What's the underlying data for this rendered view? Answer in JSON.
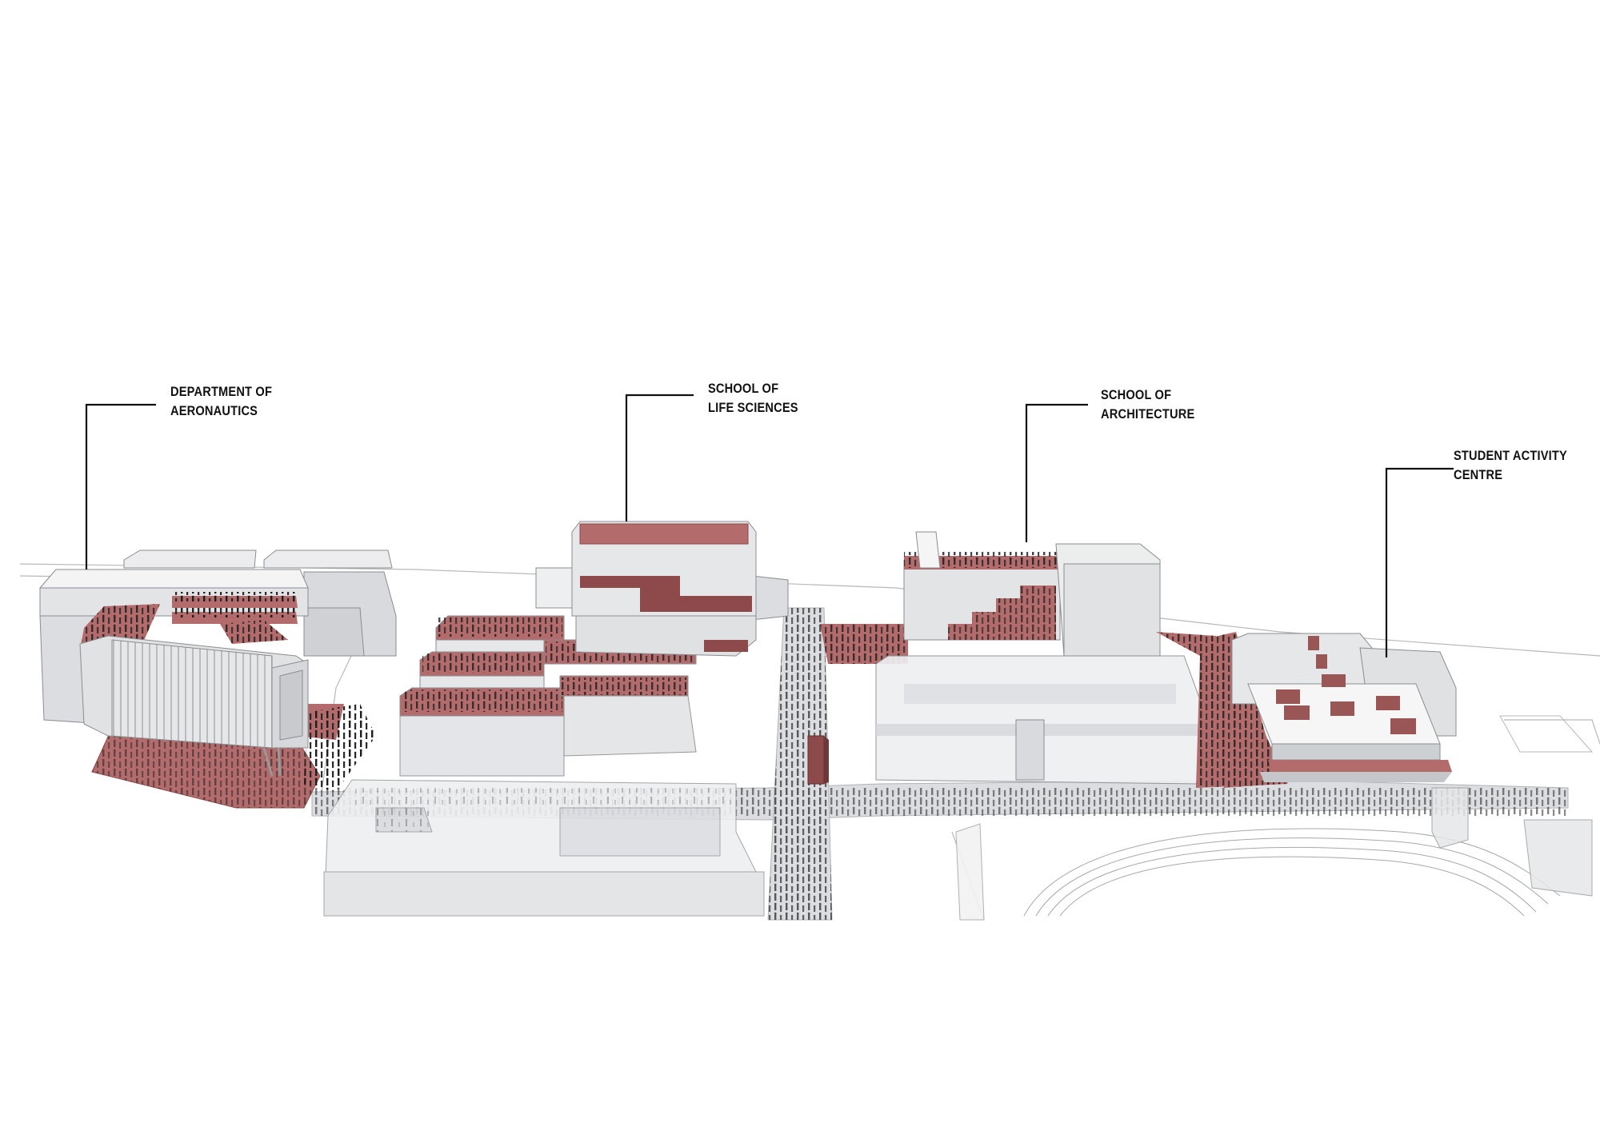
{
  "diagram": {
    "type": "axonometric campus diagram",
    "colors": {
      "background": "#ffffff",
      "building_fill": "#e9eaec",
      "building_side": "#d4d6d9",
      "building_stroke": "#8a8d91",
      "terrace_red": "#b36b6b",
      "terrace_dark": "#8e4a4a",
      "crowd": "#1e1e1e",
      "path_grey": "#dcdde0",
      "leader_line": "#111111"
    },
    "labels": [
      {
        "id": "aeronautics",
        "line1": "DEPARTMENT OF",
        "line2": "AERONAUTICS"
      },
      {
        "id": "life-sciences",
        "line1": "SCHOOL OF",
        "line2": "LIFE SCIENCES"
      },
      {
        "id": "architecture",
        "line1": "SCHOOL OF",
        "line2": "ARCHITECTURE"
      },
      {
        "id": "student-activity",
        "line1": "STUDENT ACTIVITY",
        "line2": "CENTRE"
      }
    ]
  }
}
